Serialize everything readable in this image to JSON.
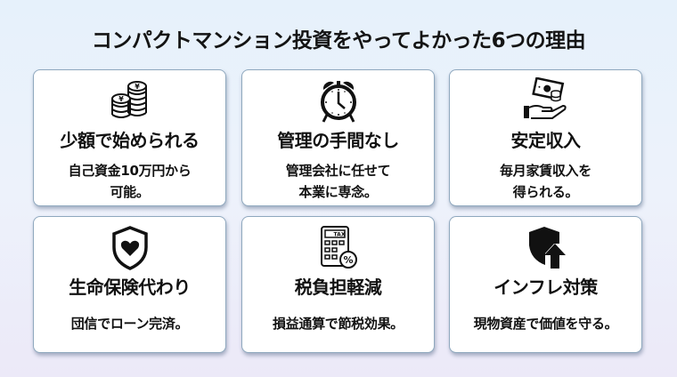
{
  "title": "コンパクトマンション投資をやってよかった6つの理由",
  "cards": [
    {
      "icon": "yen-coins-icon",
      "heading": "少額で始められる",
      "desc_line1": "自己資金10万円から",
      "desc_line2": "可能。"
    },
    {
      "icon": "alarm-clock-icon",
      "heading": "管理の手間なし",
      "desc_line1": "管理会社に任せて",
      "desc_line2": "本業に専念。"
    },
    {
      "icon": "hand-money-icon",
      "heading": "安定収入",
      "desc_line1": "毎月家賃収入を",
      "desc_line2": "得られる。"
    },
    {
      "icon": "shield-heart-icon",
      "heading": "生命保険代わり",
      "desc_line1": "団信でローン完済。"
    },
    {
      "icon": "tax-calculator-icon",
      "heading": "税負担軽減",
      "desc_line1": "損益通算で節税効果。",
      "icon_text": "TAX",
      "icon_symbol": "%"
    },
    {
      "icon": "shield-arrow-up-icon",
      "heading": "インフレ対策",
      "desc_line1": "現物資産で価値を守る。"
    }
  ],
  "colors": {
    "background_top": "#e6f1fb",
    "background_bottom": "#ece9f8",
    "card_border": "#8fa8be",
    "text": "#111111"
  }
}
